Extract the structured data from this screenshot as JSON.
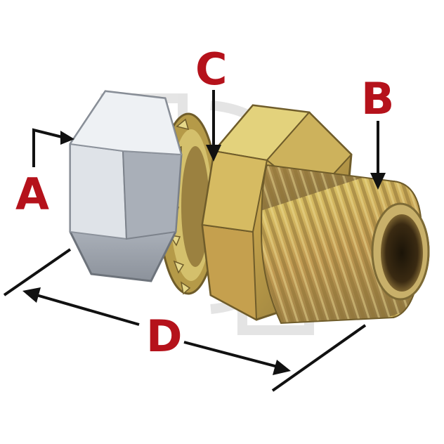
{
  "labels": {
    "a": "A",
    "b": "B",
    "c": "C",
    "d": "D"
  },
  "colors": {
    "label_red": "#b5121b",
    "line_black": "#111111",
    "nut_silver": "#c9ced6",
    "brass": "#b89a3a",
    "watermark_gray": "#d4d4d4"
  },
  "icons": {
    "fitting": "bulkhead-fitting-illustration",
    "arrow": "arrow-head"
  }
}
